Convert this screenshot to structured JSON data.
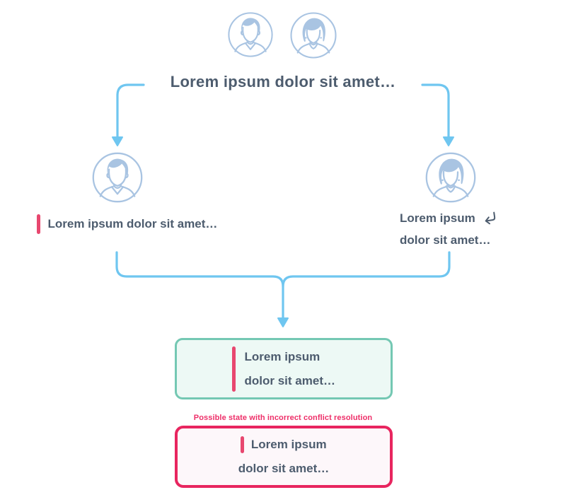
{
  "colors": {
    "arrow_blue": "#6fc6f0",
    "avatar_blue": "#a9c4e2",
    "text_dark": "#4d5c6e",
    "marker_red": "#e8476f",
    "correct_border": "#74c8b3",
    "correct_bg": "#edf9f5",
    "conflict_border": "#e8255f",
    "conflict_bg": "#fdf7fa"
  },
  "origin": {
    "title": "Lorem ipsum dolor sit amet…"
  },
  "branches": {
    "left": {
      "label": "Lorem ipsum dolor sit amet…"
    },
    "right": {
      "line1": "Lorem ipsum",
      "line2": "dolor sit amet…"
    }
  },
  "merge_result": {
    "line1": "Lorem ipsum",
    "line2": "dolor sit amet…"
  },
  "conflict": {
    "caption": "Possible state with incorrect conflict resolution",
    "line1": "Lorem ipsum",
    "line2": "dolor sit amet…"
  }
}
